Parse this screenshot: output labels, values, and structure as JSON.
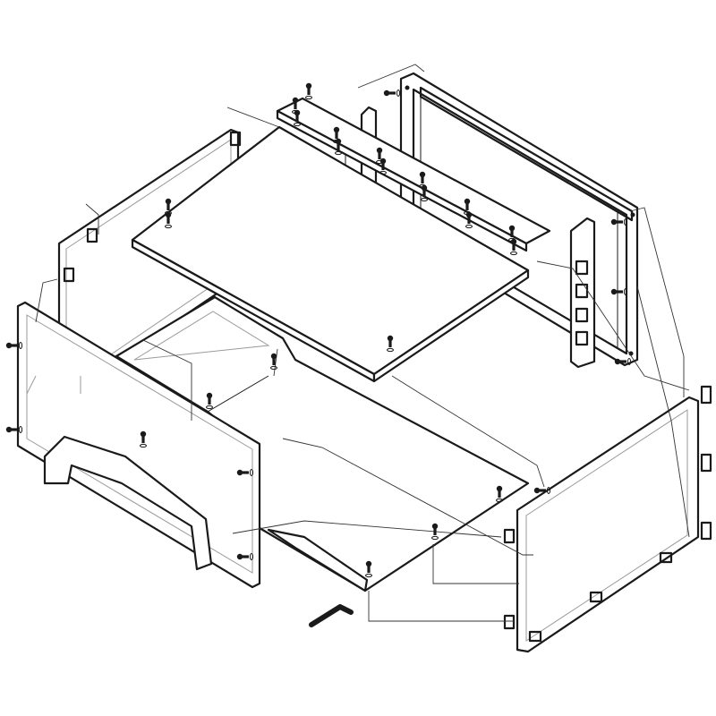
{
  "figure": {
    "kind": "exploded-assembly-drawing",
    "colors": {
      "line": "#1a1a1a",
      "hidden_line": "#9a9a9a",
      "background": "#ffffff"
    },
    "components": [
      "top-cover-panel",
      "left-side-panel",
      "front-panel",
      "bottom-panel",
      "right-side-panel",
      "rear-frame",
      "rear-support-bracket",
      "top-mounting-bracket",
      "mounting-rail",
      "hex-key-tool"
    ],
    "icons": [
      "screw-icon",
      "hex-key-icon"
    ]
  }
}
